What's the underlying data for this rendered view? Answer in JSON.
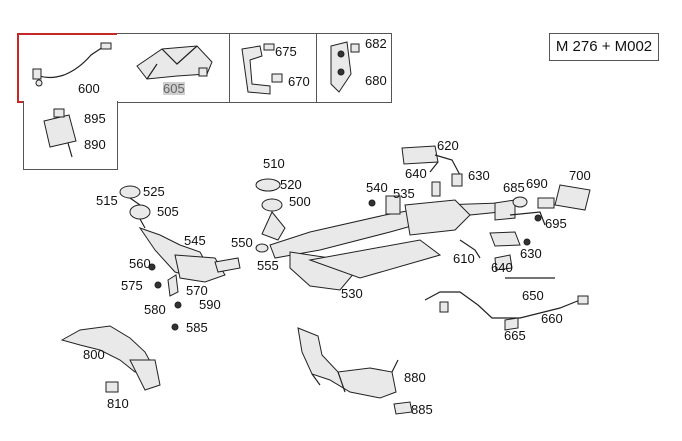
{
  "model_label": "M 276 + M002",
  "thumbnails": [
    {
      "id": "600",
      "label": "600",
      "selected": true
    },
    {
      "id": "605",
      "label": "605",
      "highlighted": true
    },
    {
      "id": "675",
      "label": "675"
    },
    {
      "id": "670",
      "label": "670"
    },
    {
      "id": "682",
      "label": "682"
    },
    {
      "id": "680",
      "label": "680"
    },
    {
      "id": "895",
      "label": "895"
    },
    {
      "id": "890",
      "label": "890"
    }
  ],
  "callouts": [
    "510",
    "520",
    "500",
    "515",
    "525",
    "505",
    "545",
    "550",
    "555",
    "560",
    "575",
    "570",
    "590",
    "580",
    "585",
    "530",
    "540",
    "535",
    "620",
    "640a",
    "630a",
    "685",
    "690",
    "700",
    "695",
    "610",
    "640b",
    "630b",
    "650",
    "660",
    "665",
    "800",
    "810",
    "880",
    "885"
  ],
  "callout_text": {
    "510": "510",
    "520": "520",
    "500": "500",
    "515": "515",
    "525": "525",
    "505": "505",
    "545": "545",
    "550": "550",
    "555": "555",
    "560": "560",
    "575": "575",
    "570": "570",
    "590": "590",
    "580": "580",
    "585": "585",
    "530": "530",
    "540": "540",
    "535": "535",
    "620": "620",
    "640a": "640",
    "630a": "630",
    "685": "685",
    "690": "690",
    "700": "700",
    "695": "695",
    "610": "610",
    "640b": "640",
    "630b": "630",
    "650": "650",
    "660": "660",
    "665": "665",
    "800": "800",
    "810": "810",
    "880": "880",
    "885": "885"
  },
  "colors": {
    "selection_border": "#c62828",
    "highlight_bg": "#cfcfcf",
    "line": "#222222"
  }
}
